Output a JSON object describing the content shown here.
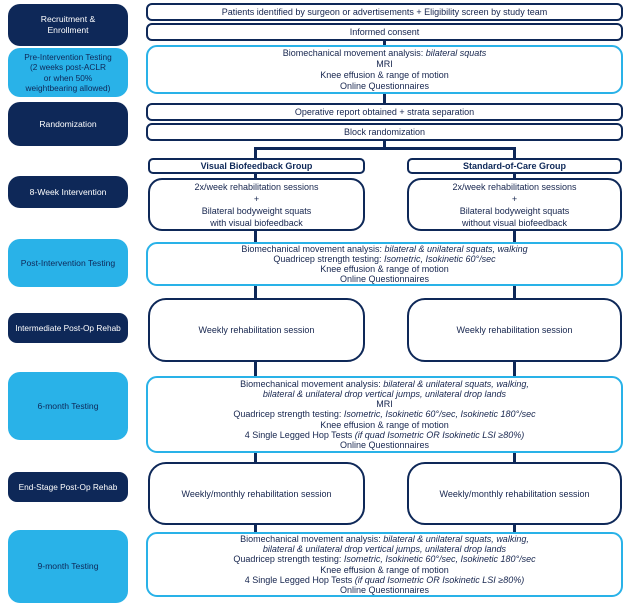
{
  "colors": {
    "navy": "#0e2858",
    "cyan": "#29b2e8",
    "text": "#16254e",
    "white": "#ffffff"
  },
  "stages": [
    {
      "label": "Recruitment &\nEnrollment"
    },
    {
      "label": "Pre-Intervention Testing\n(2 weeks post-ACLR\nor when 50%\nweightbearing allowed)"
    },
    {
      "label": "Randomization"
    },
    {
      "label": "8-Week Intervention"
    },
    {
      "label": "Post-Intervention Testing"
    },
    {
      "label": "Intermediate Post-Op Rehab"
    },
    {
      "label": "6-month Testing"
    },
    {
      "label": "End-Stage Post-Op Rehab"
    },
    {
      "label": "9-month Testing"
    }
  ],
  "flow": {
    "eligibility": "Patients identified by surgeon or advertisements + Eligibility screen by study team",
    "consent": "Informed consent",
    "pre": {
      "lines": [
        {
          "t": "Biomechanical movement analysis: ",
          "i": "bilateral squats"
        },
        {
          "t": "MRI"
        },
        {
          "t": "Knee effusion & range of motion"
        },
        {
          "t": "Online Questionnaires"
        }
      ]
    },
    "operative": "Operative report obtained + strata separation",
    "block": "Block randomization",
    "groups": {
      "left": {
        "header": "Visual Biofeedback Group",
        "lines": [
          {
            "t": "2x/week rehabilitation sessions"
          },
          {
            "t": "+"
          },
          {
            "t": "Bilateral bodyweight squats"
          },
          {
            "t": "with visual biofeedback"
          }
        ]
      },
      "right": {
        "header": "Standard-of-Care Group",
        "lines": [
          {
            "t": "2x/week rehabilitation sessions"
          },
          {
            "t": "+"
          },
          {
            "t": "Bilateral bodyweight squats"
          },
          {
            "t": "without visual biofeedback"
          }
        ]
      }
    },
    "post": {
      "lines": [
        {
          "t": "Biomechanical movement analysis: ",
          "i": "bilateral & unilateral squats, walking"
        },
        {
          "t": "Quadricep strength testing: ",
          "i": "Isometric, Isokinetic 60°/sec"
        },
        {
          "t": "Knee effusion & range of motion"
        },
        {
          "t": "Online Questionnaires"
        }
      ]
    },
    "intermediate": {
      "left": "Weekly rehabilitation session",
      "right": "Weekly rehabilitation session"
    },
    "six": {
      "lines": [
        {
          "t": "Biomechanical movement analysis: ",
          "i": "bilateral & unilateral squats, walking,"
        },
        {
          "i": "bilateral & unilateral drop vertical jumps, unilateral drop lands"
        },
        {
          "t": "MRI"
        },
        {
          "t": "Quadricep strength testing: ",
          "i": "Isometric, Isokinetic 60°/sec, Isokinetic 180°/sec"
        },
        {
          "t": "Knee effusion & range of motion"
        },
        {
          "t": "4 Single Legged Hop Tests ",
          "i": "(if quad Isometric OR Isokinetic LSI ≥80%)"
        },
        {
          "t": "Online Questionnaires"
        }
      ]
    },
    "endstage": {
      "left": "Weekly/monthly rehabilitation session",
      "right": "Weekly/monthly rehabilitation session"
    },
    "nine": {
      "lines": [
        {
          "t": "Biomechanical movement analysis: ",
          "i": "bilateral & unilateral squats, walking,"
        },
        {
          "i": "bilateral & unilateral drop vertical jumps, unilateral drop lands"
        },
        {
          "t": "Quadricep strength testing: ",
          "i": "Isometric, Isokinetic 60°/sec, Isokinetic 180°/sec"
        },
        {
          "t": "Knee effusion & range of motion"
        },
        {
          "t": "4 Single Legged Hop Tests ",
          "i": "(if quad Isometric OR Isokinetic LSI ≥80%)"
        },
        {
          "t": "Online Questionnaires"
        }
      ]
    }
  }
}
